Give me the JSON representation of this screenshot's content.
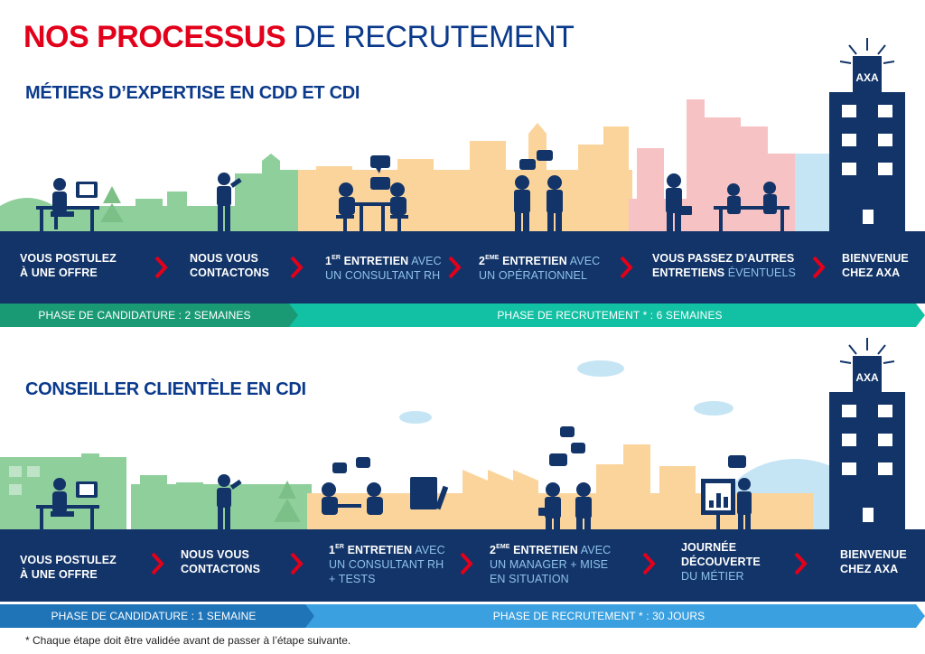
{
  "page": {
    "title_strong": "NOS PROCESSUS",
    "title_rest": "DE RECRUTEMENT",
    "footnote": "* Chaque étape doit être validée avant de passer à l’étape suivante."
  },
  "section1": {
    "heading": "MÉTIERS D’EXPERTISE EN CDD ET CDI",
    "steps": [
      {
        "l1": "VOUS POSTULEZ",
        "l2": "À UNE OFFRE"
      },
      {
        "l1": "NOUS VOUS",
        "l2": "CONTACTONS"
      },
      {
        "l1a": "1",
        "sup": "ER",
        "l1b": " ENTRETIEN",
        "l1c": " AVEC",
        "l2": "UN CONSULTANT RH"
      },
      {
        "l1a": "2",
        "sup": "EME",
        "l1b": " ENTRETIEN",
        "l1c": " AVEC",
        "l2": "UN OPÉRATIONNEL"
      },
      {
        "l1": "VOUS PASSEZ D’AUTRES",
        "l2a": "ENTRETIENS",
        "l2b": " ÉVENTUELS"
      },
      {
        "l1": "BIENVENUE",
        "l2": "CHEZ AXA"
      }
    ],
    "phase_candidature": "PHASE DE CANDIDATURE : 2 SEMAINES",
    "phase_recrutement": "PHASE DE RECRUTEMENT * : 6 SEMAINES"
  },
  "section2": {
    "heading": "CONSEILLER CLIENTÈLE EN CDI",
    "steps": [
      {
        "l1": "VOUS POSTULEZ",
        "l2": "À UNE OFFRE"
      },
      {
        "l1": "NOUS VOUS",
        "l2": "CONTACTONS"
      },
      {
        "l1a": "1",
        "sup": "ER",
        "l1b": " ENTRETIEN",
        "l1c": " AVEC",
        "l2": "UN CONSULTANT RH",
        "l3": "+ TESTS"
      },
      {
        "l1a": "2",
        "sup": "EME",
        "l1b": " ENTRETIEN",
        "l1c": " AVEC",
        "l2": "UN MANAGER + MISE",
        "l3": "EN SITUATION"
      },
      {
        "l1": "JOURNÉE",
        "l2": "DÉCOUVERTE",
        "l3": "DU MÉTIER"
      },
      {
        "l1": "BIENVENUE",
        "l2": "CHEZ AXA"
      }
    ],
    "phase_candidature": "PHASE DE CANDIDATURE : 1 SEMAINE",
    "phase_recrutement": "PHASE DE RECRUTEMENT * : 30 JOURS"
  },
  "logo_text": "AXA",
  "colors": {
    "navy": "#123468",
    "red": "#e2001a",
    "green_phase": "#1a9a74",
    "teal_phase": "#12c0a3",
    "blue_phase_dark": "#1f74b8",
    "blue_phase_light": "#3aa0e0",
    "skyline_green": "#8fcf9c",
    "skyline_orange": "#fbd49c",
    "skyline_pink": "#f7c2c4",
    "skyline_blue": "#c5e5f5"
  }
}
